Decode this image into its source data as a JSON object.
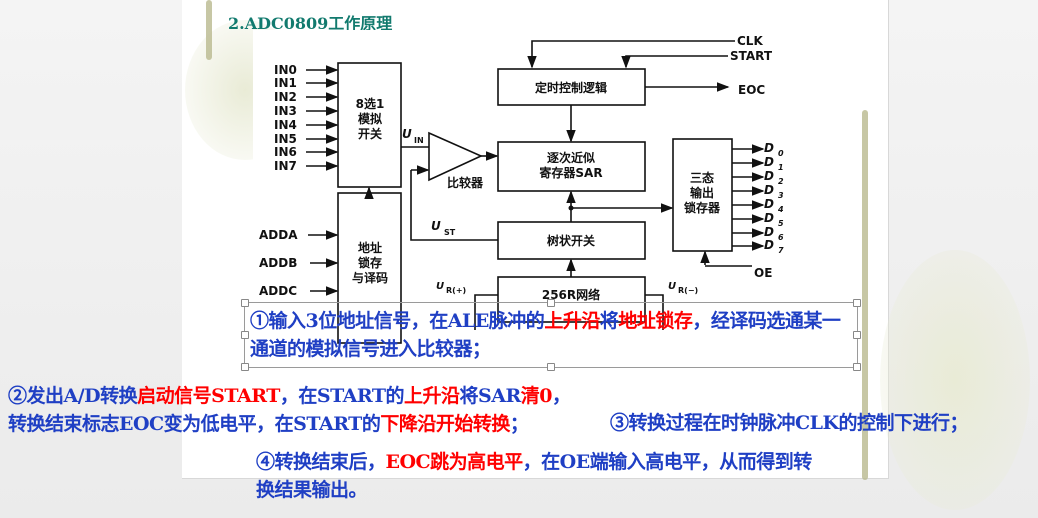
{
  "slide_title": "2.ADC0809工作原理",
  "diagram": {
    "inputs": [
      "IN0",
      "IN1",
      "IN2",
      "IN3",
      "IN4",
      "IN5",
      "IN6",
      "IN7"
    ],
    "address_inputs": [
      "ADDA",
      "ADDB",
      "ADDC"
    ],
    "mux": [
      "8选1",
      "模拟",
      "开关"
    ],
    "addr_latch": [
      "地址",
      "锁存",
      "与译码"
    ],
    "uin": "U",
    "uin_sub": "IN",
    "ust": "U",
    "ust_sub": "ST",
    "comparator": "比较器",
    "timing": "定时控制逻辑",
    "sar": [
      "逐次近似",
      "寄存器SAR"
    ],
    "tree_switch": "树状开关",
    "network": "256R网络",
    "ur_plus": "U",
    "ur_plus_sub": "R(+)",
    "ur_minus": "U",
    "ur_minus_sub": "R(−)",
    "clk": "CLK",
    "start": "START",
    "eoc": "EOC",
    "oe": "OE",
    "latch": [
      "三态",
      "输出",
      "锁存器"
    ],
    "outputs": [
      "D",
      "D",
      "D",
      "D",
      "D",
      "D",
      "D",
      "D"
    ],
    "output_subs": [
      "0",
      "1",
      "2",
      "3",
      "4",
      "5",
      "6",
      "7"
    ]
  },
  "notes": {
    "n1": [
      "①输入3位地址信号，在ALE脉冲的",
      "上升沿",
      "将",
      "地址锁存",
      "，经",
      "译码选通某一通道的模拟信号进入比较器；"
    ],
    "n2": [
      "②发出A/D转换",
      "启动信号START",
      "，在START的",
      "上升沿",
      "将SAR",
      "清0",
      "，转换结束标志EOC变为低电平，在START的",
      "下降沿开始转换",
      "；"
    ],
    "n3": "③转换过程在时钟脉冲CLK的控制下进行；",
    "n4": [
      "④转换结束后，",
      "EOC跳为高电平",
      "，在OE端输入高电平，从而得到转换结果输出。"
    ]
  },
  "colors": {
    "text_blue": "#1f3fc4",
    "highlight_red": "#ff0000",
    "title_teal": "#127a6e"
  }
}
